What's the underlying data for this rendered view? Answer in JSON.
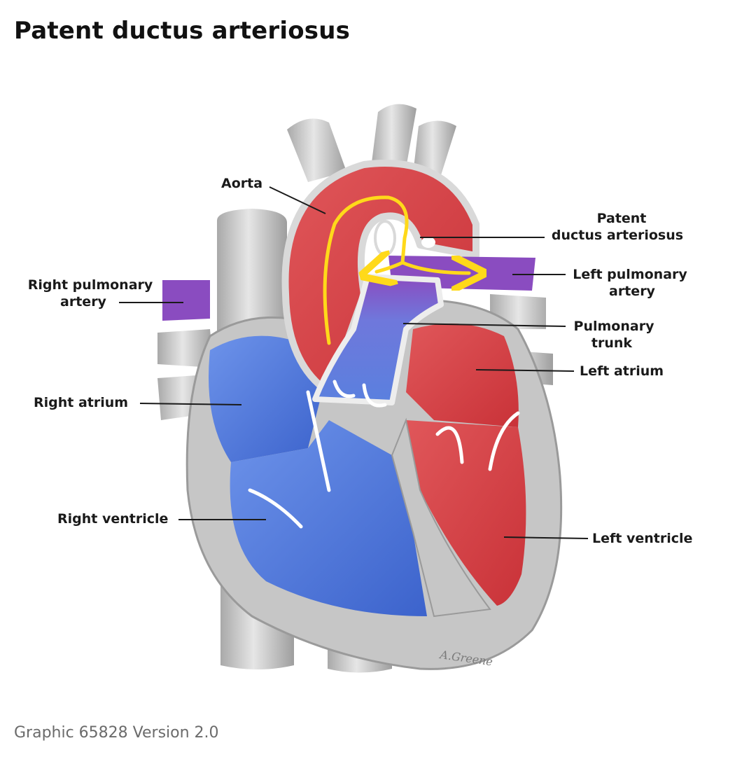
{
  "title": "Patent ductus arteriosus",
  "caption": "Graphic 65828 Version 2.0",
  "signature": "A.Greene",
  "labels": {
    "aorta": "Aorta",
    "pda_line1": "Patent",
    "pda_line2": "ductus arteriosus",
    "lpa_line1": "Left pulmonary",
    "lpa_line2": "artery",
    "rpa_line1": "Right pulmonary",
    "rpa_line2": "artery",
    "pulm_line1": "Pulmonary",
    "pulm_line2": "trunk",
    "left_atrium": "Left atrium",
    "right_atrium": "Right atrium",
    "right_ventricle": "Right ventricle",
    "left_ventricle": "Left ventricle"
  },
  "colors": {
    "oxygenated": "#d9464b",
    "deoxygenated": "#5078d6",
    "mixed": "#8a4cc0",
    "flow_arrow": "#ffd91a",
    "vessel_gray": "#c9c9c9"
  }
}
